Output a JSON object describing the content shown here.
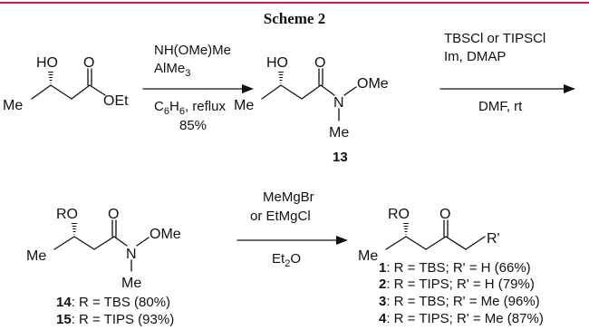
{
  "scheme": {
    "title": "Scheme 2",
    "accent_color": "#d4145a"
  },
  "mol_ester": {
    "ho": "HO",
    "o": "O",
    "me": "Me",
    "oet": "OEt"
  },
  "step1": {
    "reagent_1": "NH(OMe)Me",
    "reagent_2": "AlMe",
    "reagent_2_sub": "3",
    "cond_a": "C",
    "cond_a_sub": "6",
    "cond_b": "H",
    "cond_b_sub": "6",
    "cond_c": ", reflux",
    "yield": "85%"
  },
  "mol_13": {
    "ho": "HO",
    "o": "O",
    "me": "Me",
    "n": "N",
    "ome": "OMe",
    "nme": "Me",
    "number": "13"
  },
  "step2": {
    "reagent_1": "TBSCl or TIPSCl",
    "reagent_2": "Im, DMAP",
    "condition": "DMF, rt"
  },
  "mol_14": {
    "ro": "RO",
    "o": "O",
    "me": "Me",
    "n": "N",
    "ome": "OMe",
    "nme": "Me"
  },
  "label_14": {
    "num": "14",
    "text": ": R = TBS (80%)"
  },
  "label_15": {
    "num": "15",
    "text": ": R = TIPS (93%)"
  },
  "step3": {
    "reagent_1": "MeMgBr",
    "reagent_2": "or EtMgCl",
    "cond_a": "Et",
    "cond_a_sub": "2",
    "cond_b": "O"
  },
  "mol_ketone": {
    "ro": "RO",
    "o": "O",
    "me": "Me",
    "rprime": "R'"
  },
  "products": [
    {
      "num": "1",
      "text": ": R = TBS; R' = H (66%)"
    },
    {
      "num": "2",
      "text": ": R = TIPS; R' = H (79%)"
    },
    {
      "num": "3",
      "text": ": R = TBS; R' = Me (96%)"
    },
    {
      "num": "4",
      "text": ": R = TIPS; R' = Me (87%)"
    }
  ]
}
